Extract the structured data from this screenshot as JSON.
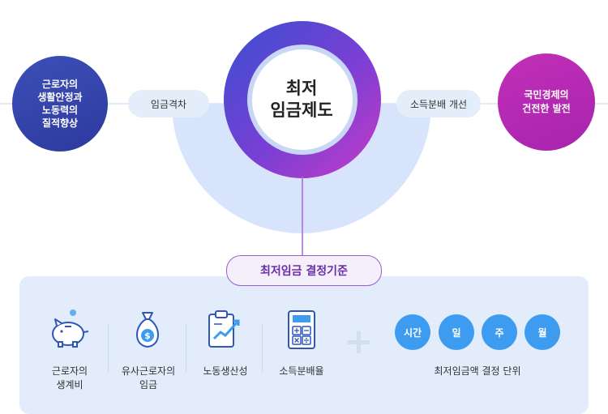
{
  "center": {
    "line1": "최저",
    "line2": "임금제도"
  },
  "left_goal": {
    "lines": [
      "근로자의",
      "생활안정과",
      "노동력의",
      "질적향상"
    ]
  },
  "right_goal": {
    "lines": [
      "국민경제의",
      "건전한 발전"
    ]
  },
  "left_pill": "임금격차",
  "right_pill": "소득분배 개선",
  "criteria": {
    "title": "최저임금 결정기준",
    "items": [
      {
        "label_lines": [
          "근로자의",
          "생계비"
        ],
        "icon": "piggy-bank-icon"
      },
      {
        "label_lines": [
          "유사근로자의",
          "임금"
        ],
        "icon": "money-bag-icon"
      },
      {
        "label_lines": [
          "노동생산성"
        ],
        "icon": "growth-chart-clipboard-icon"
      },
      {
        "label_lines": [
          "소득분배율"
        ],
        "icon": "calculator-icon"
      }
    ],
    "units": [
      "시간",
      "일",
      "주",
      "월"
    ],
    "units_label": "최저임금액 결정 단위"
  },
  "colors": {
    "left_circle": "#3447b0",
    "right_circle": "#b82ab3",
    "ring_gradient_start": "#3a4fd0",
    "ring_gradient_end": "#c63bc7",
    "unit_circle": "#3d9bf0",
    "panel_bg": "#e3ecfa",
    "criteria_border": "#9d5cd0"
  }
}
